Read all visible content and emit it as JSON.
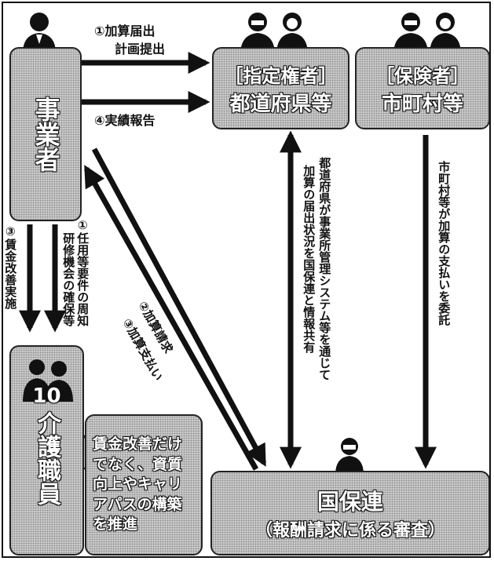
{
  "nodes": {
    "provider": {
      "label": "事業者"
    },
    "prefecture": {
      "line1": "［指定権者］",
      "line2": "都道府県等"
    },
    "insurer": {
      "line1": "［保険者］",
      "line2": "市町村等"
    },
    "kokuhoren": {
      "line1": "国保連",
      "line2": "（報酬請求に係る審査）"
    },
    "care_worker": {
      "num": "10",
      "label": "介護職員"
    }
  },
  "arrows": {
    "submit": {
      "num": "①",
      "line1": "加算届出",
      "line2": "計画提出"
    },
    "report": {
      "num": "④",
      "text": "実績報告"
    },
    "duties": {
      "num": "①",
      "line1": "任用等要件の周知",
      "line2": "研修機会の確保等"
    },
    "wage": {
      "num": "③",
      "text": "賃金改善実施"
    },
    "claim": {
      "num": "②",
      "text": "加算請求"
    },
    "payment": {
      "num": "③",
      "text": "加算支払い"
    },
    "share": {
      "line1": "都道府県が事業所管理システム等を通じて",
      "line2": "加算の届出状況を国保連と情報共有"
    },
    "delegate": {
      "text": "市町村等が加算の支払いを委託"
    }
  },
  "callout": {
    "lines": [
      "賃金改善だけ",
      "でなく、資質",
      "向上やキャリ",
      "アパスの構築",
      "を推進"
    ]
  }
}
